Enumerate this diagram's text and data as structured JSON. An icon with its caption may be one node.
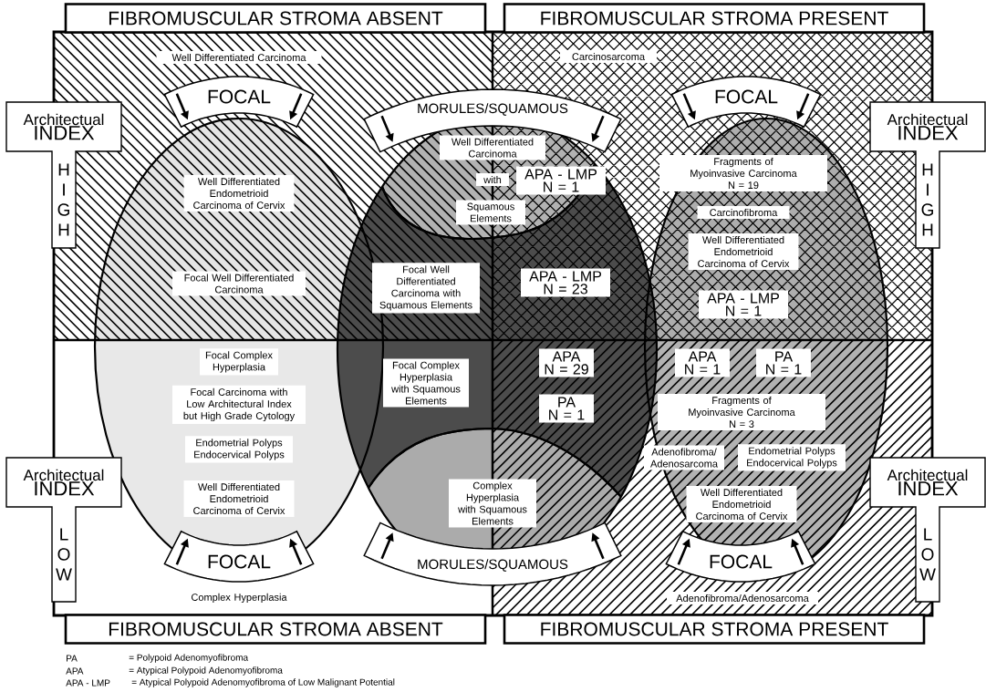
{
  "diagram": {
    "nodes": [
      {
        "text": [
          "FIBROMUSCULAR STROMA ABSENT"
        ]
      },
      {
        "text": [
          "FIBROMUSCULAR STROMA PRESENT"
        ]
      },
      {
        "text": [
          "Architectual",
          "INDEX",
          "HIGH"
        ]
      },
      {
        "text": [
          "Well Differentiated Carcinoma"
        ]
      },
      {
        "text": [
          "FOCAL"
        ]
      },
      {
        "text": [
          "MORULES/SQUAMOUS"
        ]
      },
      {
        "text": [
          "Carcinosarcoma"
        ]
      },
      {
        "text": [
          "FOCAL"
        ]
      },
      {
        "text": [
          "Architectual",
          "INDEX",
          "HIGH"
        ]
      },
      {
        "text": [
          "Well Differentiated Carcinoma"
        ]
      },
      {
        "text": [
          "with"
        ]
      },
      {
        "text": [
          "APA - LMP",
          "N = 1"
        ]
      },
      {
        "text": [
          "Squamous Elements"
        ]
      },
      {
        "text": [
          "Fragments of Myoinvasive Carcinoma",
          "N = 19"
        ]
      },
      {
        "text": [
          "Carcinofibroma"
        ]
      },
      {
        "text": [
          "Well Differentiated Endometrioid Carcinoma of Cervix"
        ]
      },
      {
        "text": [
          "APA - LMP",
          "N = 1"
        ]
      },
      {
        "text": [
          "Well Differentiated Endometrioid Carcinoma of Cervix"
        ]
      },
      {
        "text": [
          "Focal Well Differentiated Carcinoma"
        ]
      },
      {
        "text": [
          "Focal Well Differentiated Carcinoma with Squamous Elements"
        ]
      },
      {
        "text": [
          "APA - LMP",
          "N = 23"
        ]
      },
      {
        "text": [
          "Focal Complex Hyperplasia"
        ]
      },
      {
        "text": [
          "Focal Carcinoma with Low Architectural Index but High Grade Cytology"
        ]
      },
      {
        "text": [
          "Endometrial Polyps Endocervical Polyps"
        ]
      },
      {
        "text": [
          "Well Differentiated Endometrioid Carcinoma of Cervix"
        ]
      },
      {
        "text": [
          "Focal Complex Hyperplasia with Squamous Elements"
        ]
      },
      {
        "text": [
          "APA",
          "N = 29"
        ]
      },
      {
        "text": [
          "PA",
          "N = 1"
        ]
      },
      {
        "text": [
          "APA",
          "N = 1"
        ]
      },
      {
        "text": [
          "PA",
          "N = 1"
        ]
      },
      {
        "text": [
          "Fragments of Myoinvasive Carcinoma",
          "N = 3"
        ]
      },
      {
        "text": [
          "Adenofibroma/ Adenosarcoma"
        ]
      },
      {
        "text": [
          "Endometrial Polyps Endocervical Polyps"
        ]
      },
      {
        "text": [
          "Well Differentiated Endometrioid Carcinoma of Cervix"
        ]
      },
      {
        "text": [
          "Complex Hyperplasia with Squamous Elements"
        ]
      },
      {
        "text": [
          "FOCAL"
        ]
      },
      {
        "text": [
          "MORULES/SQUAMOUS"
        ]
      },
      {
        "text": [
          "FOCAL"
        ]
      },
      {
        "text": [
          "Architectual",
          "INDEX",
          "LOW"
        ]
      },
      {
        "text": [
          "Architectual",
          "INDEX",
          "LOW"
        ]
      },
      {
        "text": [
          "Complex Hyperplasia"
        ]
      },
      {
        "text": [
          "Adenofibroma/Adenosarcoma"
        ]
      },
      {
        "text": [
          "FIBROMUSCULAR STROMA ABSENT"
        ]
      },
      {
        "text": [
          "FIBROMUSCULAR STROMA PRESENT"
        ]
      }
    ],
    "labels": [
      "PA",
      "= Polypoid Adenomyofibroma",
      "APA",
      "= Atypical Polypoid Adenomyofibroma",
      "APA - LMP",
      "= Atypical Polypoid Adenomyofibroma of Low Malignant Potential"
    ]
  }
}
